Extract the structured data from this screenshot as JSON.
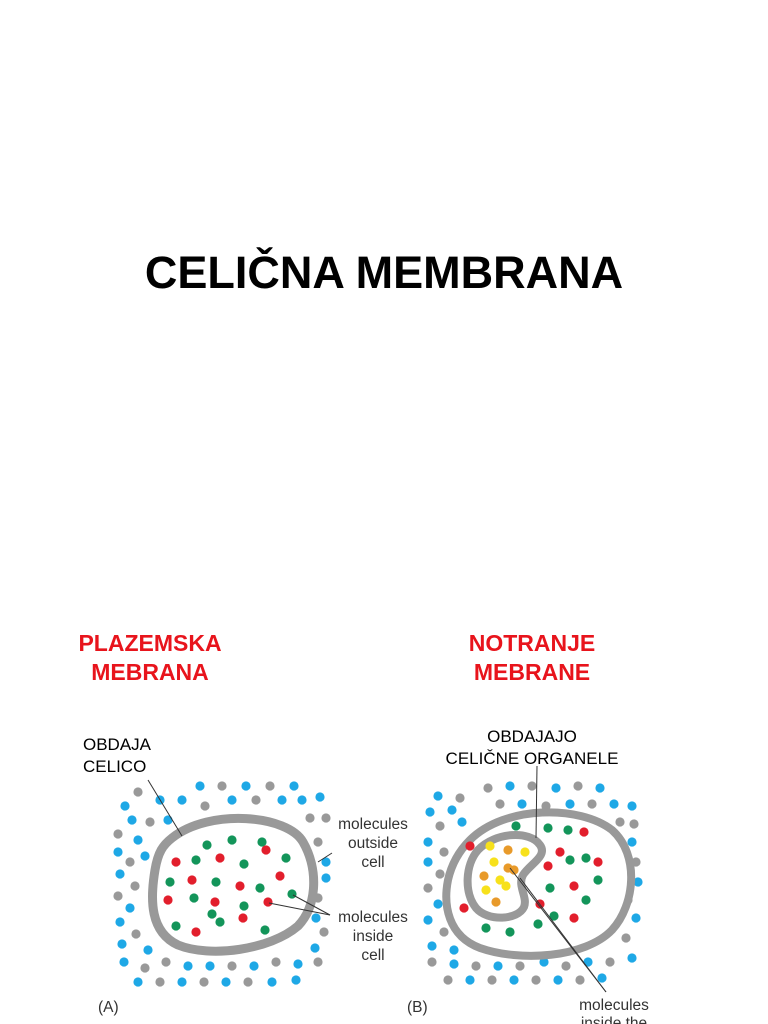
{
  "title": "CELIČNA MEMBRANA",
  "left_panel": {
    "heading_line1": "PLAZEMSKA",
    "heading_line2": "MEBRANA",
    "note_line1": "OBDAJA",
    "note_line2": "CELICO",
    "label_outside": [
      "molecules",
      "outside",
      "cell"
    ],
    "label_inside": [
      "molecules",
      "inside",
      "cell"
    ],
    "panel_letter": "(A)"
  },
  "right_panel": {
    "heading_line1": "NOTRANJE",
    "heading_line2": "MEBRANE",
    "note_line1": "OBDAJAJO",
    "note_line2": "CELIČNE ORGANELE",
    "label_bottom": [
      "molecules",
      "inside the"
    ],
    "panel_letter": "(B)"
  },
  "colors": {
    "title": "#000000",
    "heading": "#e8141c",
    "membrane": "#999999",
    "outside_blue": "#1ea8e6",
    "outside_gray": "#999999",
    "inside_red": "#e21e2c",
    "inside_green": "#13955a",
    "organelle_yellow": "#f7e11c",
    "organelle_orange": "#e89a2a"
  }
}
